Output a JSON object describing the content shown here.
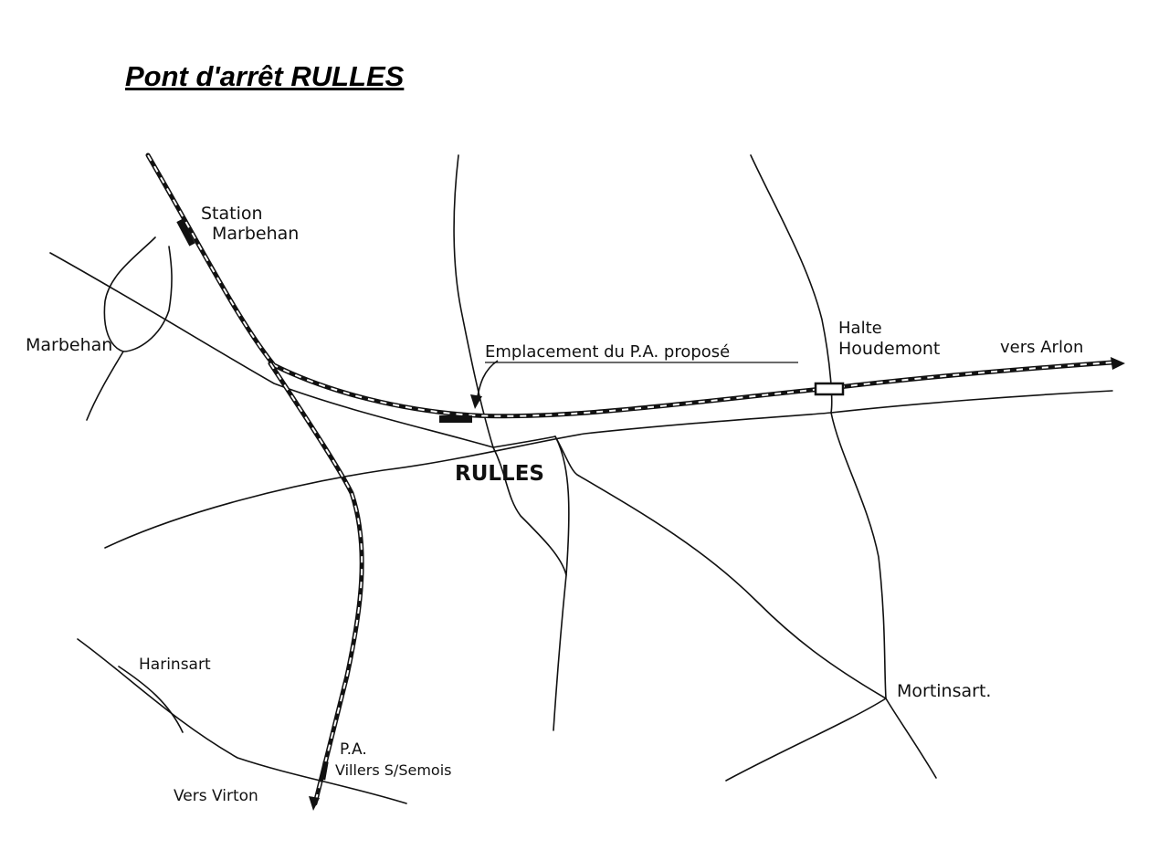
{
  "title": "Pont d'arrêt RULLES",
  "labels": {
    "station_marbehan_1": "Station",
    "station_marbehan_2": "Marbehan",
    "marbehan": "Marbehan",
    "emplacement": "Emplacement du P.A. proposé",
    "halte_1": "Halte",
    "halte_2": "Houdemont",
    "vers_arlon": "vers Arlon",
    "rulles": "RULLES",
    "harinsart": "Harinsart",
    "mortinsart": "Mortinsart.",
    "pa_villers_1": "P.A.",
    "pa_villers_2": "Villers S/Semois",
    "vers_virton": "Vers Virton"
  },
  "colors": {
    "ink": "#111111",
    "paper": "#ffffff"
  }
}
